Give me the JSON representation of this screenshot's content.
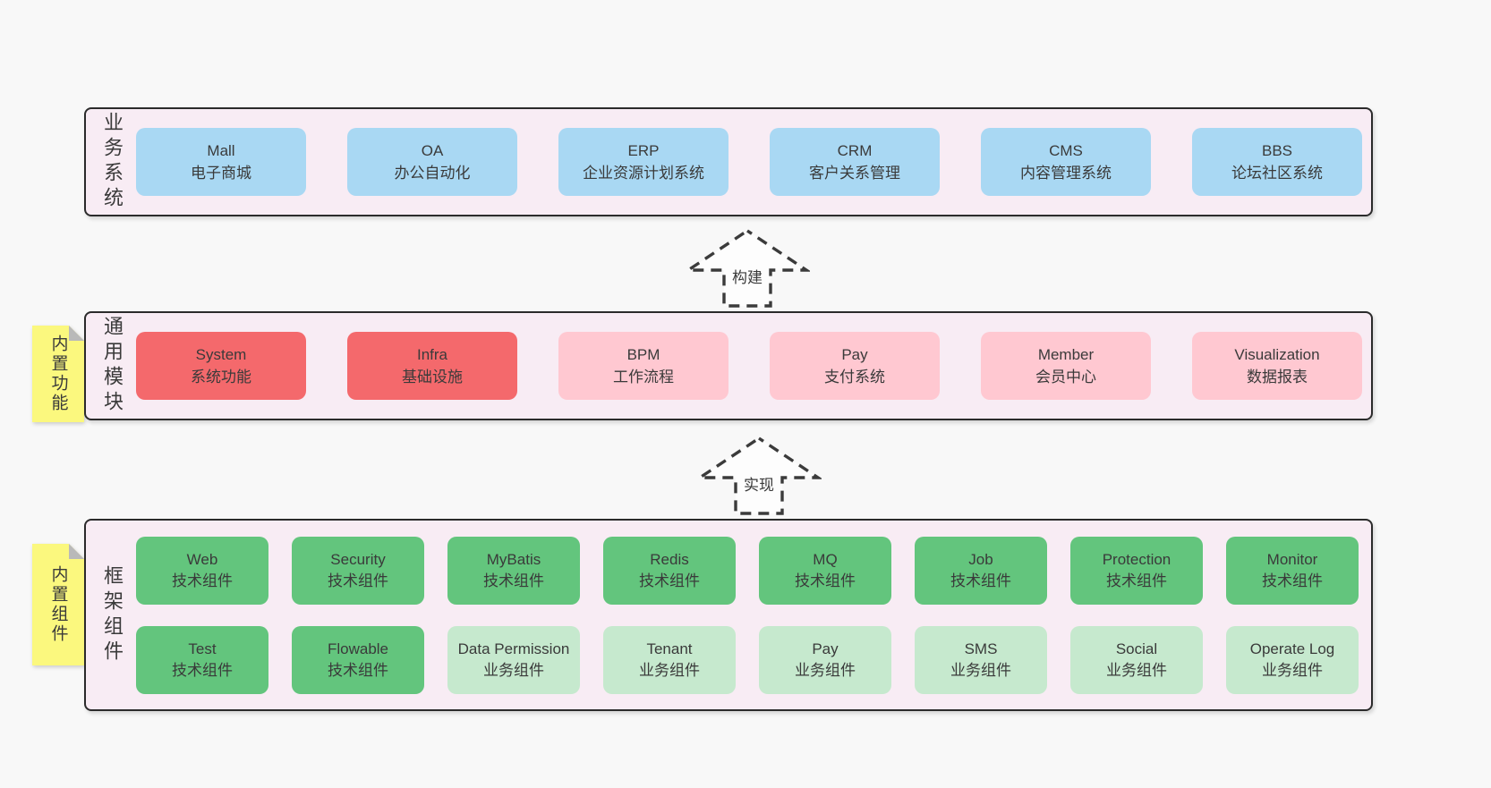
{
  "colors": {
    "page-bg": "#f8f8f8",
    "container-bg": "#f8ecf4",
    "container-border": "#2b2b2b",
    "box-blue": "#a9d8f3",
    "box-red": "#f4696c",
    "box-pink": "#ffc8d1",
    "box-green": "#63c57d",
    "box-lightgreen": "#c6e9ce",
    "sticky-bg": "#fbf87e",
    "sticky-fold": "#b9b9b9",
    "text": "#3a3a3a",
    "arrow": "#3b3b3b"
  },
  "sections": {
    "business": {
      "label": "业务系统",
      "boxes": [
        {
          "title": "Mall",
          "subtitle": "电子商城",
          "variant": "blue"
        },
        {
          "title": "OA",
          "subtitle": "办公自动化",
          "variant": "blue"
        },
        {
          "title": "ERP",
          "subtitle": "企业资源计划系统",
          "variant": "blue"
        },
        {
          "title": "CRM",
          "subtitle": "客户关系管理",
          "variant": "blue"
        },
        {
          "title": "CMS",
          "subtitle": "内容管理系统",
          "variant": "blue"
        },
        {
          "title": "BBS",
          "subtitle": "论坛社区系统",
          "variant": "blue"
        }
      ]
    },
    "common": {
      "label": "通用模块",
      "sticky": "内置功能",
      "boxes": [
        {
          "title": "System",
          "subtitle": "系统功能",
          "variant": "red"
        },
        {
          "title": "Infra",
          "subtitle": "基础设施",
          "variant": "red"
        },
        {
          "title": "BPM",
          "subtitle": "工作流程",
          "variant": "pink"
        },
        {
          "title": "Pay",
          "subtitle": "支付系统",
          "variant": "pink"
        },
        {
          "title": "Member",
          "subtitle": "会员中心",
          "variant": "pink"
        },
        {
          "title": "Visualization",
          "subtitle": "数据报表",
          "variant": "pink"
        }
      ]
    },
    "framework": {
      "label": "框架组件",
      "sticky": "内置组件",
      "rows": [
        [
          {
            "title": "Web",
            "subtitle": "技术组件",
            "variant": "green"
          },
          {
            "title": "Security",
            "subtitle": "技术组件",
            "variant": "green"
          },
          {
            "title": "MyBatis",
            "subtitle": "技术组件",
            "variant": "green"
          },
          {
            "title": "Redis",
            "subtitle": "技术组件",
            "variant": "green"
          },
          {
            "title": "MQ",
            "subtitle": "技术组件",
            "variant": "green"
          },
          {
            "title": "Job",
            "subtitle": "技术组件",
            "variant": "green"
          },
          {
            "title": "Protection",
            "subtitle": "技术组件",
            "variant": "green"
          },
          {
            "title": "Monitor",
            "subtitle": "技术组件",
            "variant": "green"
          }
        ],
        [
          {
            "title": "Test",
            "subtitle": "技术组件",
            "variant": "green"
          },
          {
            "title": "Flowable",
            "subtitle": "技术组件",
            "variant": "green"
          },
          {
            "title": "Data Permission",
            "subtitle": "业务组件",
            "variant": "lightgreen"
          },
          {
            "title": "Tenant",
            "subtitle": "业务组件",
            "variant": "lightgreen"
          },
          {
            "title": "Pay",
            "subtitle": "业务组件",
            "variant": "lightgreen"
          },
          {
            "title": "SMS",
            "subtitle": "业务组件",
            "variant": "lightgreen"
          },
          {
            "title": "Social",
            "subtitle": "业务组件",
            "variant": "lightgreen"
          },
          {
            "title": "Operate Log",
            "subtitle": "业务组件",
            "variant": "lightgreen"
          }
        ]
      ]
    }
  },
  "arrows": [
    {
      "label": "构建"
    },
    {
      "label": "实现"
    }
  ]
}
